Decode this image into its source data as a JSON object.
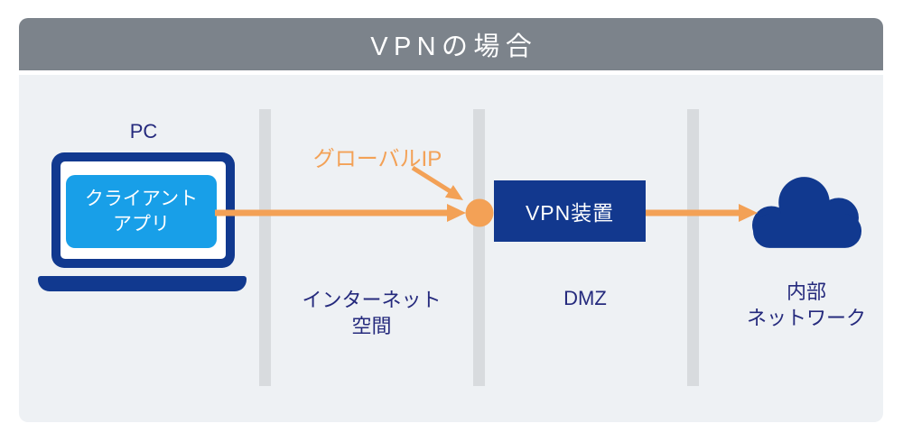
{
  "title": "VPNの場合",
  "pc": {
    "label": "PC",
    "app": {
      "line1": "クライアント",
      "line2": "アプリ"
    }
  },
  "global_ip": {
    "label": "グローバルIP"
  },
  "vpn_device": {
    "label": "VPN装置"
  },
  "zones": {
    "internet": {
      "line1": "インターネット",
      "line2": "空間"
    },
    "dmz": {
      "label": "DMZ"
    },
    "internal": {
      "line1": "内部",
      "line2": "ネットワーク"
    }
  },
  "icons": {
    "laptop": "laptop-icon",
    "cloud": "cloud-icon",
    "global_ip_dot": "global-ip-dot-icon",
    "flow_arrows": "right-arrow-icon",
    "callout_arrow": "diagonal-arrow-icon"
  },
  "colors": {
    "header_bg": "#7c838b",
    "panel_bg": "#eef1f4",
    "zone_divider": "#d8dbde",
    "navy": "#11398f",
    "app_blue": "#189fe8",
    "orange": "#f3a156",
    "label_text": "#252a7d",
    "title_text": "#ffffff"
  }
}
